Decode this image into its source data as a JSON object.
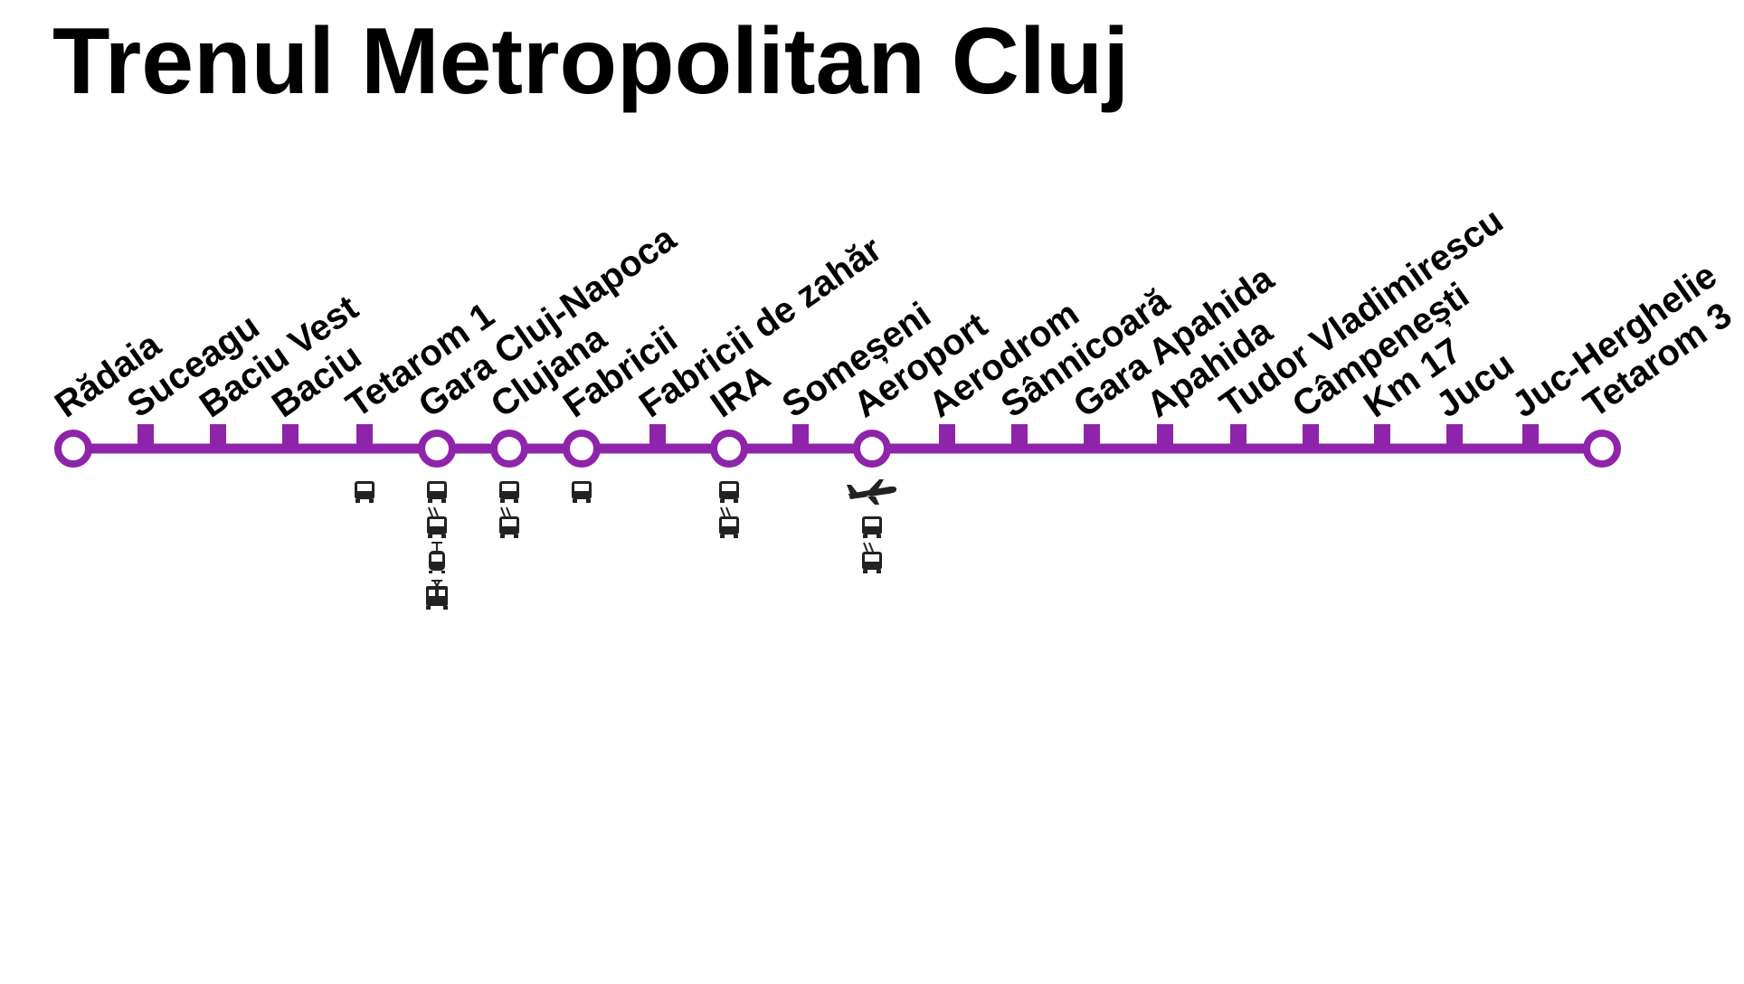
{
  "title": "Trenul Metropolitan Cluj",
  "colors": {
    "line": "#8e24aa",
    "background": "#ffffff",
    "text": "#000000",
    "icon": "#222222"
  },
  "stations": [
    {
      "name": "Rădaia",
      "kind": "terminal",
      "connections": []
    },
    {
      "name": "Suceagu",
      "kind": "stop",
      "connections": []
    },
    {
      "name": "Baciu Vest",
      "kind": "stop",
      "connections": []
    },
    {
      "name": "Baciu",
      "kind": "stop",
      "connections": []
    },
    {
      "name": "Tetarom 1",
      "kind": "stop",
      "connections": [
        "bus-icon"
      ]
    },
    {
      "name": "Gara Cluj-Napoca",
      "kind": "interchange",
      "connections": [
        "bus-icon",
        "trolleybus-icon",
        "tram-icon",
        "train-icon"
      ]
    },
    {
      "name": "Clujana",
      "kind": "interchange",
      "connections": [
        "bus-icon",
        "trolleybus-icon"
      ]
    },
    {
      "name": "Fabricii",
      "kind": "interchange",
      "connections": [
        "bus-icon"
      ]
    },
    {
      "name": "Fabricii de zahăr",
      "kind": "stop",
      "connections": []
    },
    {
      "name": "IRA",
      "kind": "interchange",
      "connections": [
        "bus-icon",
        "trolleybus-icon"
      ]
    },
    {
      "name": "Someșeni",
      "kind": "stop",
      "connections": []
    },
    {
      "name": "Aeroport",
      "kind": "interchange",
      "connections": [
        "airplane-icon",
        "bus-icon",
        "trolleybus-icon"
      ]
    },
    {
      "name": "Aerodrom",
      "kind": "stop",
      "connections": []
    },
    {
      "name": "Sânnicoară",
      "kind": "stop",
      "connections": []
    },
    {
      "name": "Gara Apahida",
      "kind": "stop",
      "connections": []
    },
    {
      "name": "Apahida",
      "kind": "stop",
      "connections": []
    },
    {
      "name": "Tudor Vladimirescu",
      "kind": "stop",
      "connections": []
    },
    {
      "name": "Câmpenești",
      "kind": "stop",
      "connections": []
    },
    {
      "name": "Km 17",
      "kind": "stop",
      "connections": []
    },
    {
      "name": "Jucu",
      "kind": "stop",
      "connections": []
    },
    {
      "name": "Juc-Herghelie",
      "kind": "stop",
      "connections": []
    },
    {
      "name": "Tetarom 3",
      "kind": "terminal",
      "connections": []
    }
  ]
}
